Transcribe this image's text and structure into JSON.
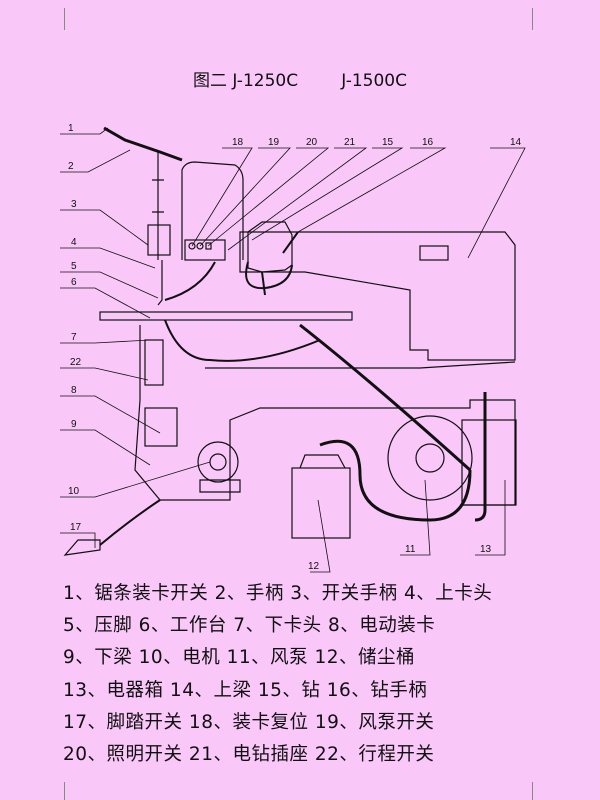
{
  "title": "图二 J-1250C        J-1500C",
  "callouts": {
    "c1": "1",
    "c2": "2",
    "c3": "3",
    "c4": "4",
    "c5": "5",
    "c6": "6",
    "c7": "7",
    "c8": "8",
    "c9": "9",
    "c10": "10",
    "c11": "11",
    "c12": "12",
    "c13": "13",
    "c14": "14",
    "c15": "15",
    "c16": "16",
    "c17": "17",
    "c18": "18",
    "c19": "19",
    "c20": "20",
    "c21": "21",
    "c22": "22"
  },
  "legend": [
    "1、锯条装卡开关 2、手柄 3、开关手柄 4、上卡头",
    "5、压脚 6、工作台 7、下卡头 8、电动装卡",
    "9、下梁 10、电机 11、风泵 12、储尘桶",
    "13、电器箱 14、上梁 15、钻 16、钻手柄",
    "17、脚踏开关 18、装卡复位 19、风泵开关",
    "20、照明开关 21、电钻插座 22、行程开关"
  ]
}
